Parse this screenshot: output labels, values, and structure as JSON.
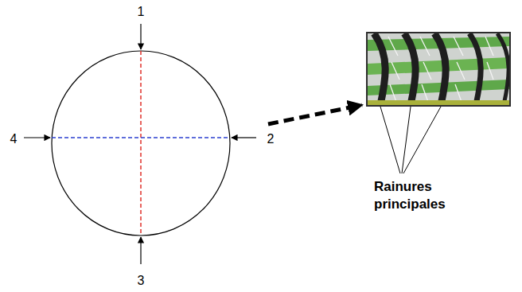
{
  "diagram": {
    "labels": [
      "1",
      "2",
      "3",
      "4",
      "Rainures principales"
    ]
  }
}
